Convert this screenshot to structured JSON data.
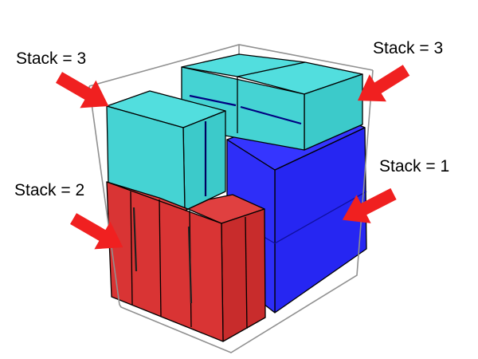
{
  "labels": {
    "top_left": "Stack = 3",
    "top_right": "Stack = 3",
    "mid_left": "Stack = 2",
    "mid_right": "Stack = 1"
  },
  "colors": {
    "teal": "#45d3d3",
    "blue": "#2222f5",
    "red": "#d93434",
    "arrow": "#f02020",
    "outline": "#000000",
    "container_line": "#909090"
  }
}
